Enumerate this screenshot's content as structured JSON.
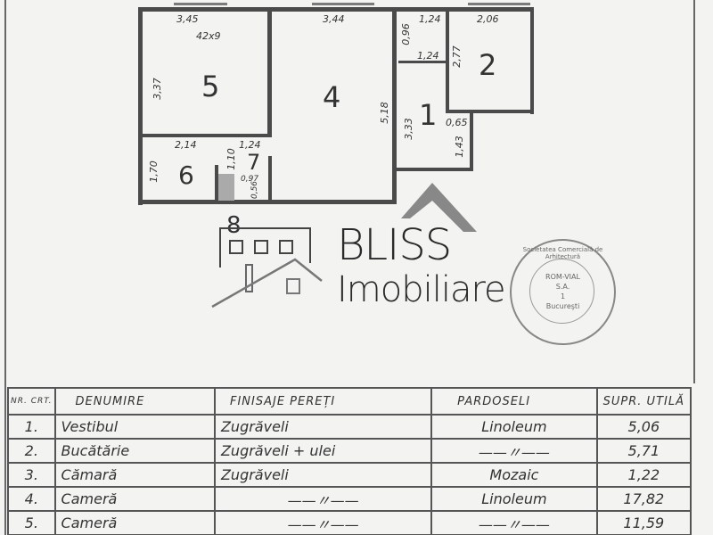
{
  "plan": {
    "rooms": [
      "1",
      "2",
      "4",
      "5",
      "6",
      "7",
      "8"
    ],
    "dimensions": {
      "r5_width": "3,45",
      "r5_note": "42x9",
      "r4_width": "3,44",
      "r1_width_top": "1,24",
      "r2_width": "2,06",
      "d096": "0,96",
      "r1_width_mid": "1,24",
      "r2_height": "2,77",
      "r5_height": "3,37",
      "r4_height": "5,18",
      "r1_height": "3,33",
      "d065": "0,65",
      "d143": "1,43",
      "r6_width": "2,14",
      "r7_width": "1,24",
      "r6_height": "1,70",
      "d110": "1,10",
      "d097": "0,97",
      "d056": "0,56"
    }
  },
  "logo": {
    "brand": "BLISS",
    "subtitle": "Imobiliare"
  },
  "stamp": {
    "ring": "Societatea Comercială de Arhitectură",
    "center_line1": "ROM-VIAL",
    "center_line2": "S.A.",
    "center_line3": "1",
    "center_line4": "Bucureşti"
  },
  "table": {
    "headers": [
      "NR. CRT.",
      "DENUMIRE",
      "FINISAJE PEREȚI",
      "PARDOSELI",
      "SUPR. UTILĂ"
    ],
    "rows": [
      [
        "1.",
        "Vestibul",
        "Zugrăveli",
        "Linoleum",
        "5,06"
      ],
      [
        "2.",
        "Bucătărie",
        "Zugrăveli + ulei",
        "——〃——",
        "5,71"
      ],
      [
        "3.",
        "Cămară",
        "Zugrăveli",
        "Mozaic",
        "1,22"
      ],
      [
        "4.",
        "Cameră",
        "——〃——",
        "Linoleum",
        "17,82"
      ],
      [
        "5.",
        "Cameră",
        "——〃——",
        "——〃——",
        "11,59"
      ],
      [
        "",
        "",
        "",
        "",
        ""
      ]
    ]
  }
}
